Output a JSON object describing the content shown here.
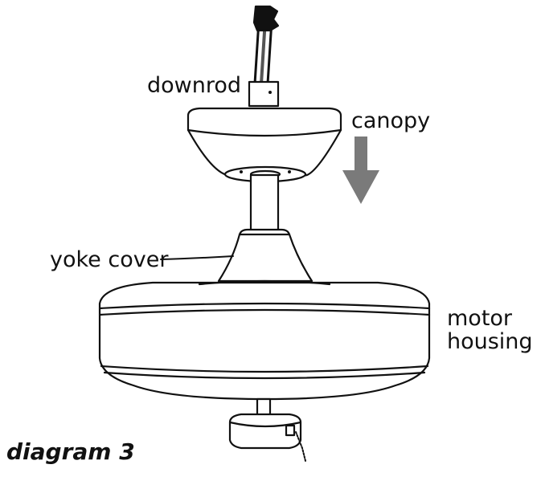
{
  "labels": {
    "downrod": "downrod",
    "canopy": "canopy",
    "yoke_cover": "yoke cover",
    "motor_line1": "motor",
    "motor_line2": "housing"
  },
  "caption": "diagram 3",
  "arrow": {
    "direction": "down",
    "color": "#7a7a7a"
  }
}
